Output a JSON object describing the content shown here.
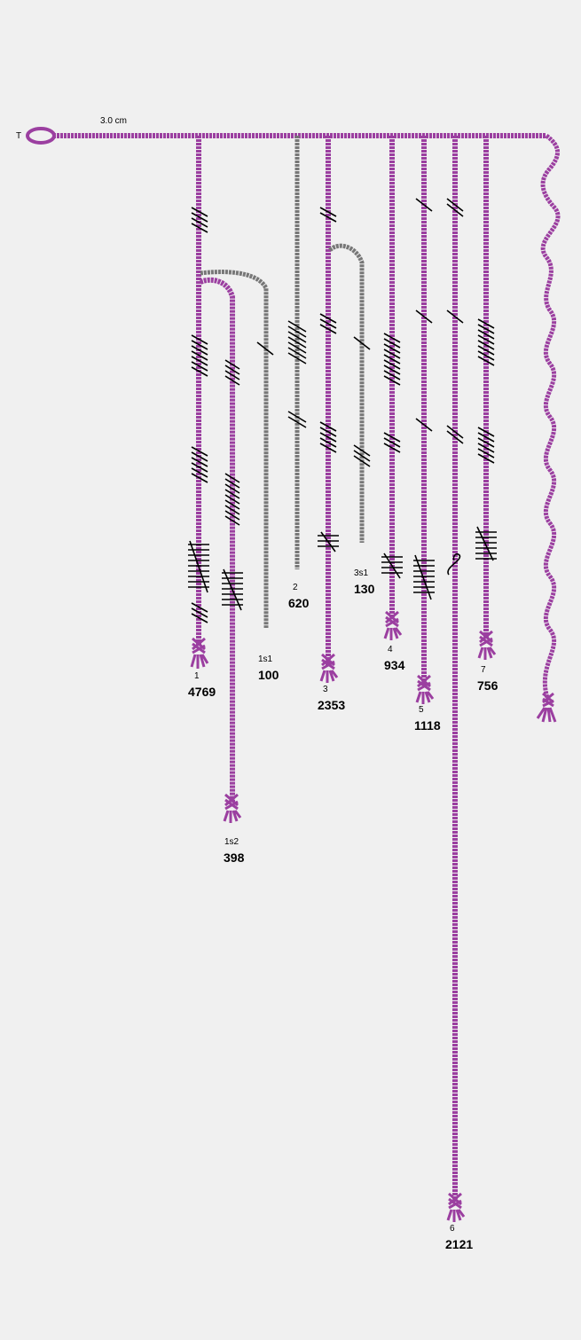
{
  "colors": {
    "background": "#f0f0f0",
    "primary_cord": "#9b3fa0",
    "primary_cord_dark": "#7a2c80",
    "subsidiary_cord": "#777777",
    "subsidiary_cord_dark": "#5a5a5a",
    "knot": "#000000"
  },
  "scale_label": "3.0 cm",
  "top_marker": "T",
  "cords": [
    {
      "id": "c1",
      "label": "1",
      "value": "4769",
      "color": "primary"
    },
    {
      "id": "c1s2",
      "label": "1s2",
      "value": "398",
      "color": "primary"
    },
    {
      "id": "c1s1",
      "label": "1s1",
      "value": "100",
      "color": "subsidiary"
    },
    {
      "id": "c2",
      "label": "2",
      "value": "620",
      "color": "subsidiary"
    },
    {
      "id": "c3",
      "label": "3",
      "value": "2353",
      "color": "primary"
    },
    {
      "id": "c3s1",
      "label": "3s1",
      "value": "130",
      "color": "subsidiary"
    },
    {
      "id": "c4",
      "label": "4",
      "value": "934",
      "color": "primary"
    },
    {
      "id": "c5",
      "label": "5",
      "value": "1118",
      "color": "primary"
    },
    {
      "id": "c6",
      "label": "6",
      "value": "2121",
      "color": "primary"
    },
    {
      "id": "c7",
      "label": "7",
      "value": "756",
      "color": "primary"
    }
  ]
}
